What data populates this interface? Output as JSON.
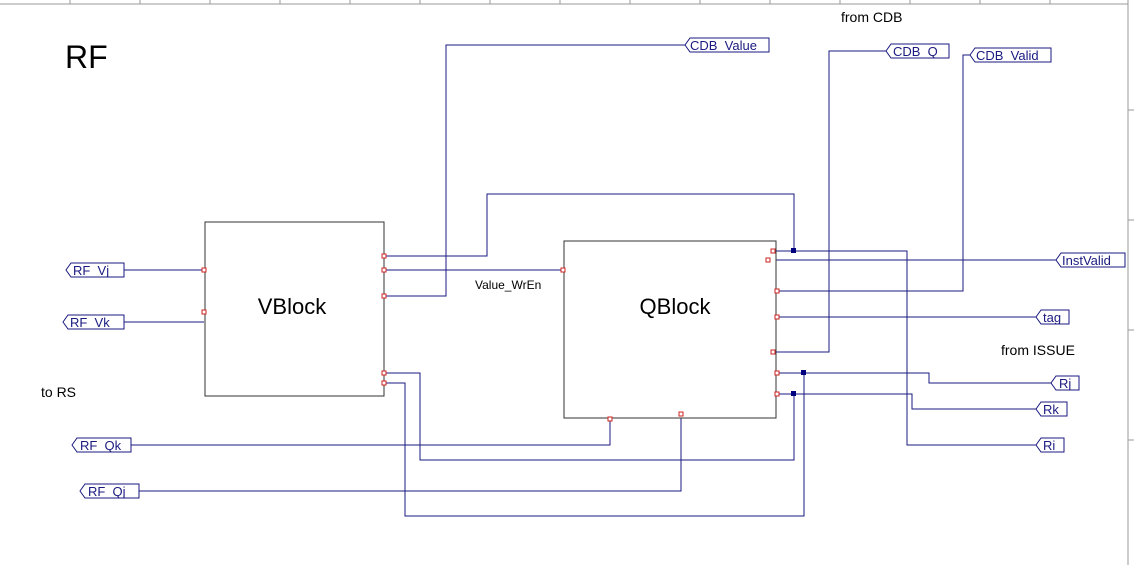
{
  "sheet": {
    "title": "RF"
  },
  "annotations": {
    "from_cdb": "from CDB",
    "from_issue": "from ISSUE",
    "to_rs": "to RS"
  },
  "blocks": {
    "vblock": "VBlock",
    "qblock": "QBlock"
  },
  "nets": {
    "value_wren": "Value_WrEn"
  },
  "ports": {
    "cdb_value": "CDB_Value",
    "cdb_q": "CDB_Q",
    "cdb_valid": "CDB_Valid",
    "instvalid": "InstValid",
    "tag": "tag",
    "rj": "Rj",
    "rk": "Rk",
    "ri": "Ri",
    "rf_vj": "RF_Vj",
    "rf_vk": "RF_Vk",
    "rf_qk": "RF_Qk",
    "rf_qj": "RF_Qj"
  },
  "colors": {
    "wire": "#1a1a80",
    "pin": "#cc2222",
    "junction": "#000080"
  }
}
